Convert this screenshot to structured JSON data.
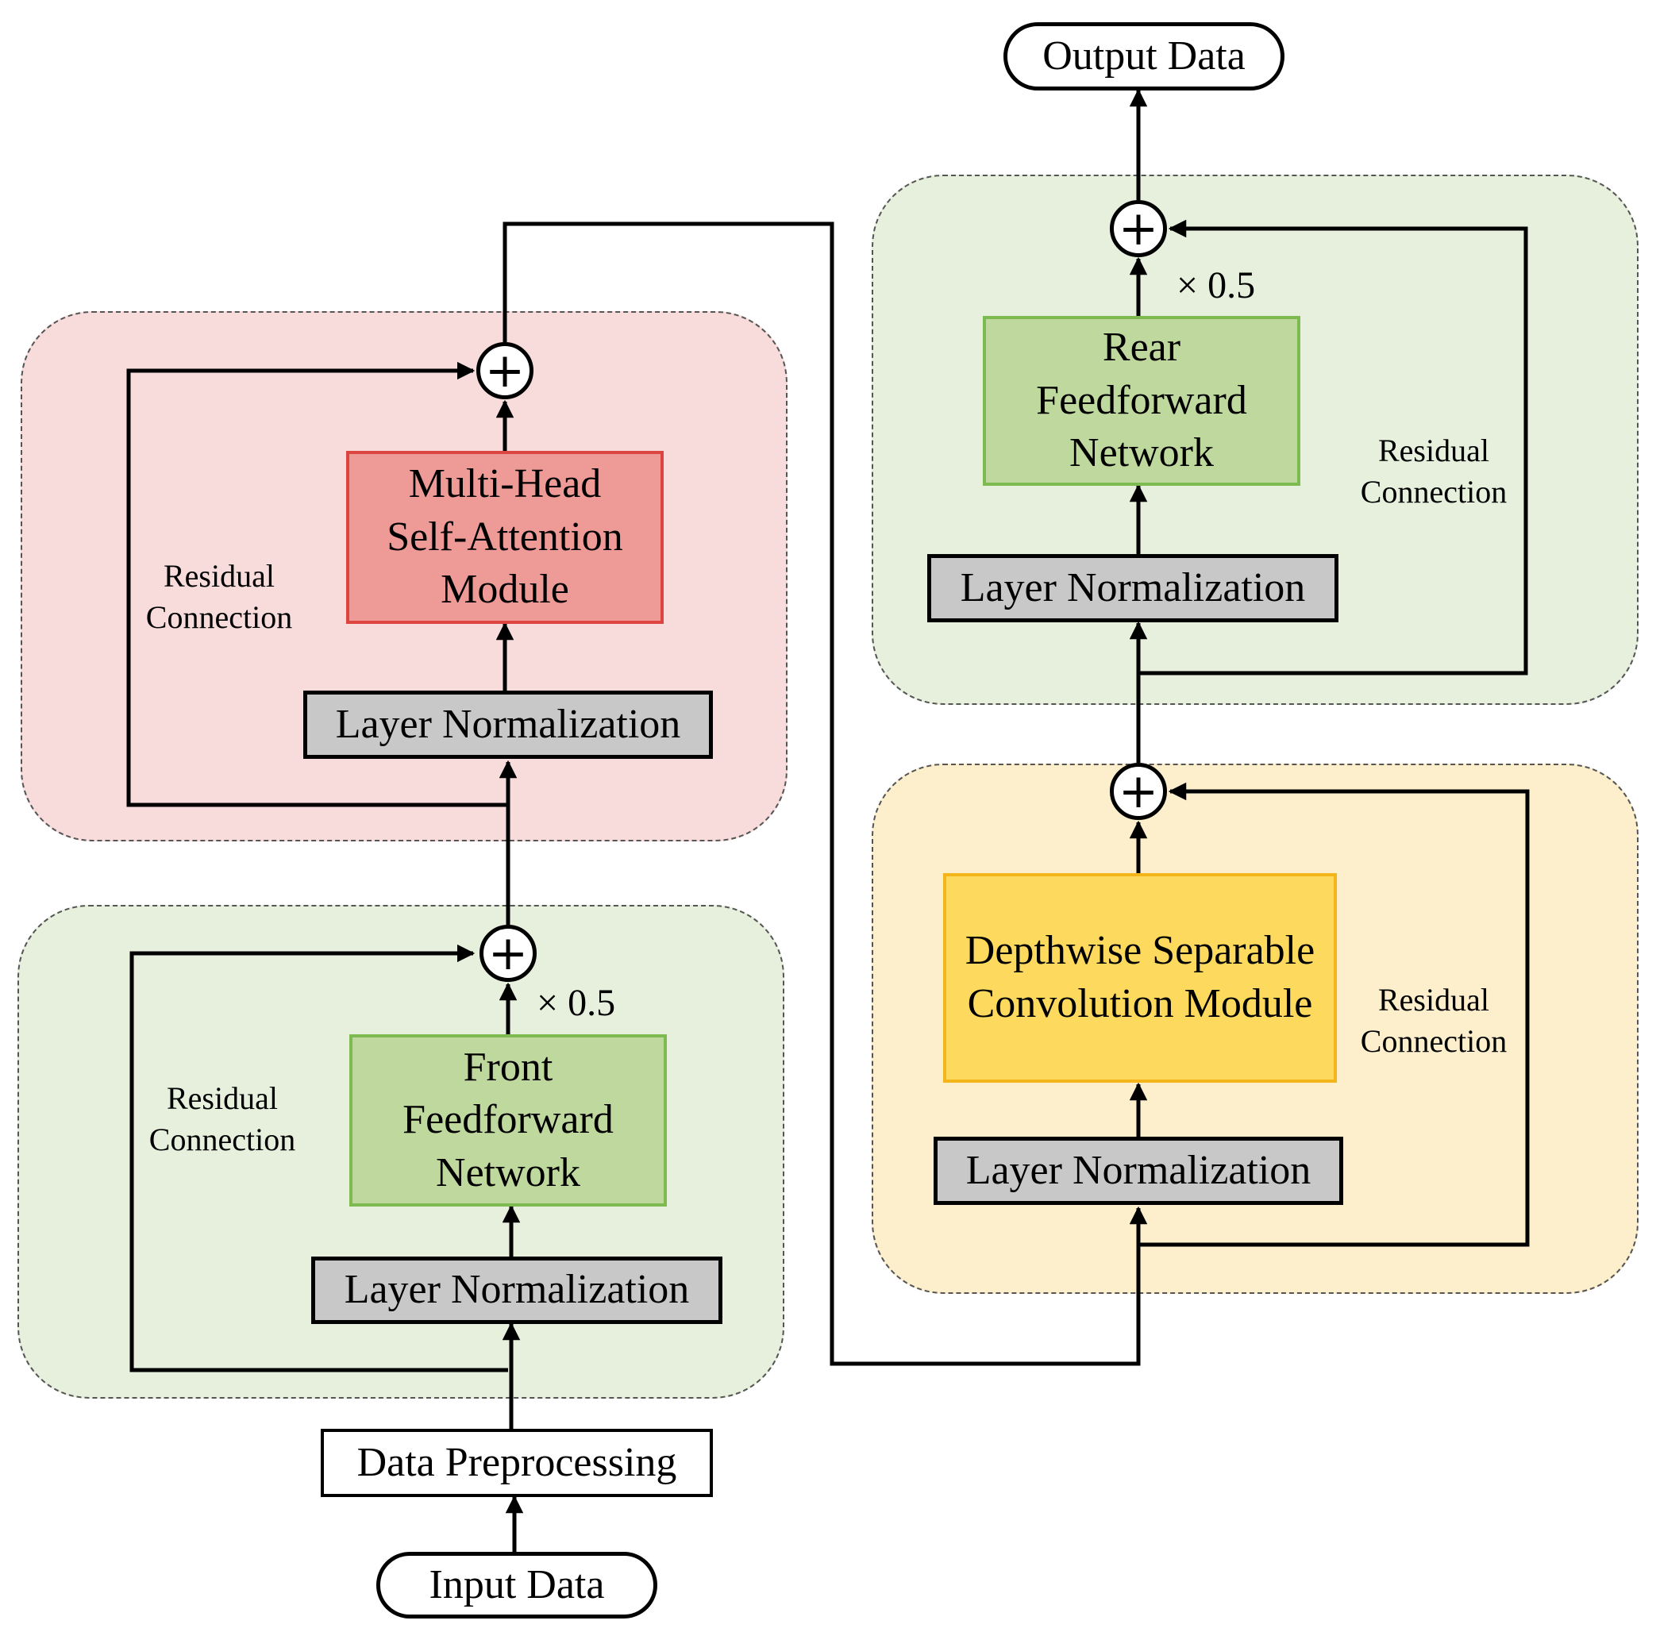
{
  "input": {
    "label": "Input Data"
  },
  "preprocessing": {
    "label": "Data Preprocessing"
  },
  "output": {
    "label": "Output Data"
  },
  "front_ffn": {
    "color": "#e6f0dc",
    "module_label": "Front\nFeedforward\nNetwork",
    "module_fill": "#bfd89e",
    "module_border": "#7dba4f",
    "norm_label": "Layer Normalization",
    "residual_label": "Residual\nConnection",
    "scale_label": "× 0.5",
    "sum_symbol": "+"
  },
  "attention": {
    "color": "#f8dcdb",
    "module_label": "Multi-Head\nSelf-Attention\nModule",
    "module_fill": "#ee9a96",
    "module_border": "#dc4540",
    "norm_label": "Layer Normalization",
    "residual_label": "Residual\nConnection",
    "sum_symbol": "+"
  },
  "convolution": {
    "color": "#fdefcc",
    "module_label": "Depthwise Separable\nConvolution Module",
    "module_fill": "#fdd95d",
    "module_border": "#f3b519",
    "norm_label": "Layer Normalization",
    "residual_label": "Residual\nConnection",
    "sum_symbol": "+"
  },
  "rear_ffn": {
    "color": "#e6f0dc",
    "module_label": "Rear\nFeedforward\nNetwork",
    "module_fill": "#bfd89e",
    "module_border": "#7dba4f",
    "norm_label": "Layer Normalization",
    "residual_label": "Residual\nConnection",
    "scale_label": "× 0.5",
    "sum_symbol": "+"
  }
}
